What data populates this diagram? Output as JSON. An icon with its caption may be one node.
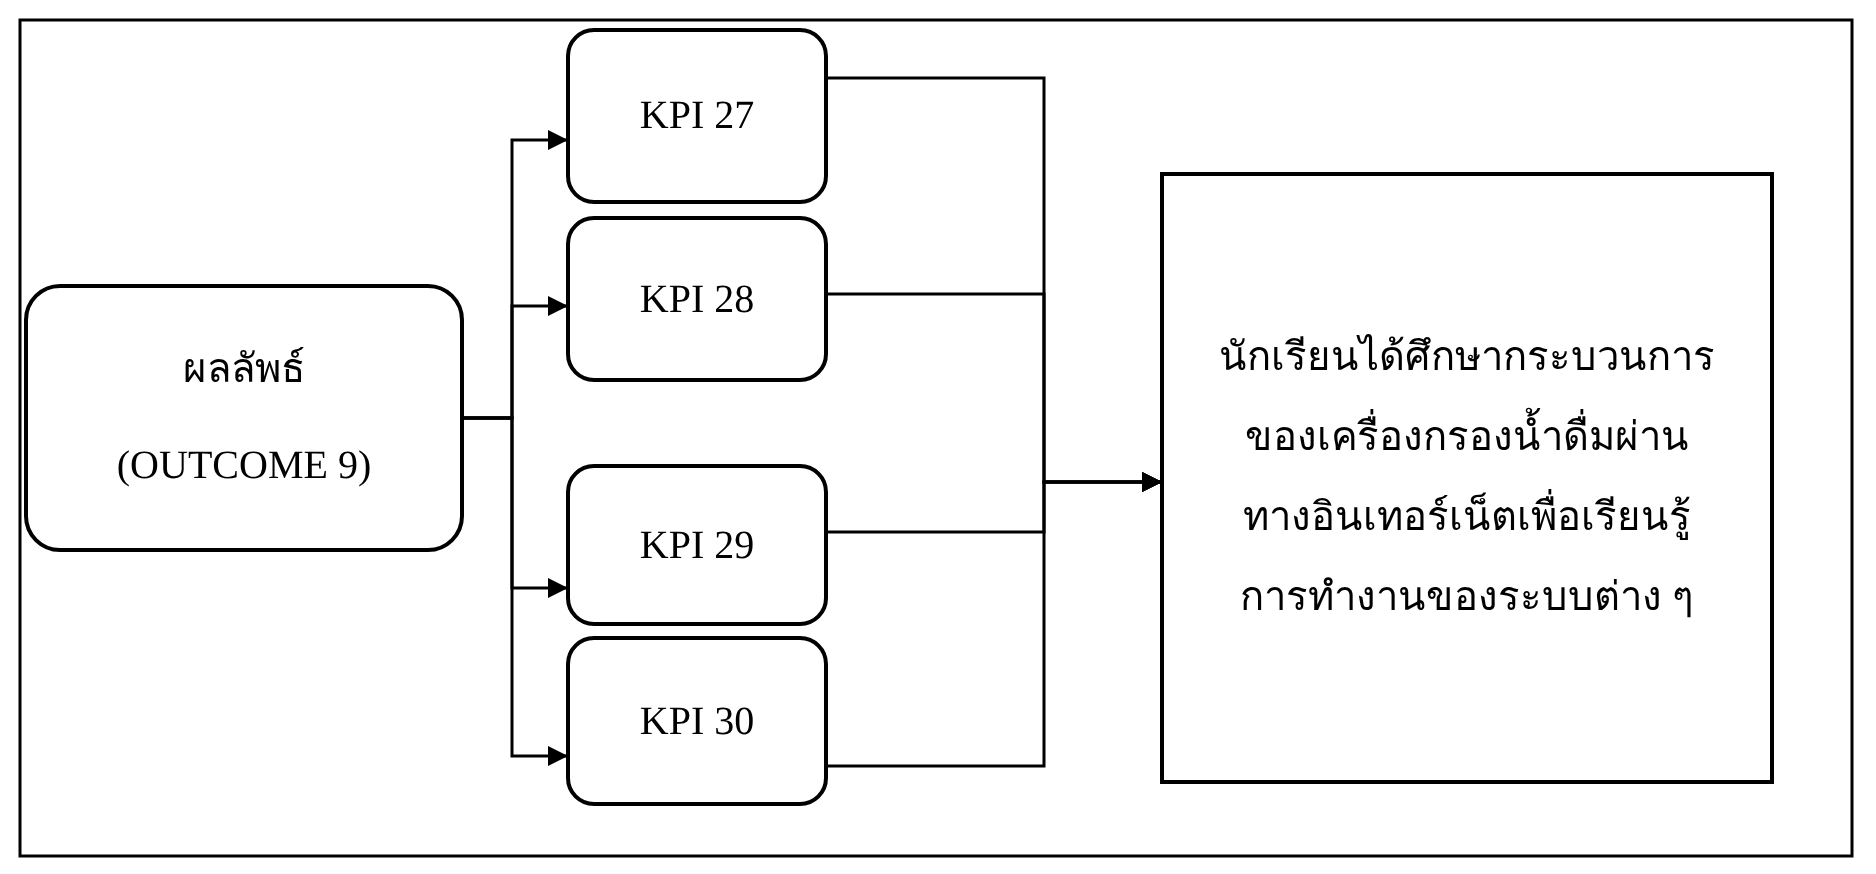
{
  "diagram": {
    "nodes": [
      {
        "text": [
          "ผลลัพธ์ (OUTCOME 9)"
        ]
      },
      {
        "text": [
          "KPI 27"
        ]
      },
      {
        "text": [
          "KPI 28"
        ]
      },
      {
        "text": [
          "KPI 29"
        ]
      },
      {
        "text": [
          "KPI 30"
        ]
      },
      {
        "text": [
          "นักเรียนได้ศึกษากระบวนการของเครื่องกรองน้ำดื่มผ่านทางอินเทอร์เน็ตเพื่อเรียนรู้การทำงานของระบบต่าง ๆ"
        ]
      }
    ],
    "edges": [
      {
        "from": 0,
        "to": 1,
        "arrow": "to"
      },
      {
        "from": 0,
        "to": 2,
        "arrow": "to"
      },
      {
        "from": 0,
        "to": 3,
        "arrow": "to"
      },
      {
        "from": 0,
        "to": 4,
        "arrow": "to"
      },
      {
        "from": 1,
        "to": 5,
        "arrow": "to"
      },
      {
        "from": 2,
        "to": 5,
        "arrow": "to"
      },
      {
        "from": 3,
        "to": 5,
        "arrow": "to"
      },
      {
        "from": 4,
        "to": 5,
        "arrow": "to"
      }
    ]
  }
}
